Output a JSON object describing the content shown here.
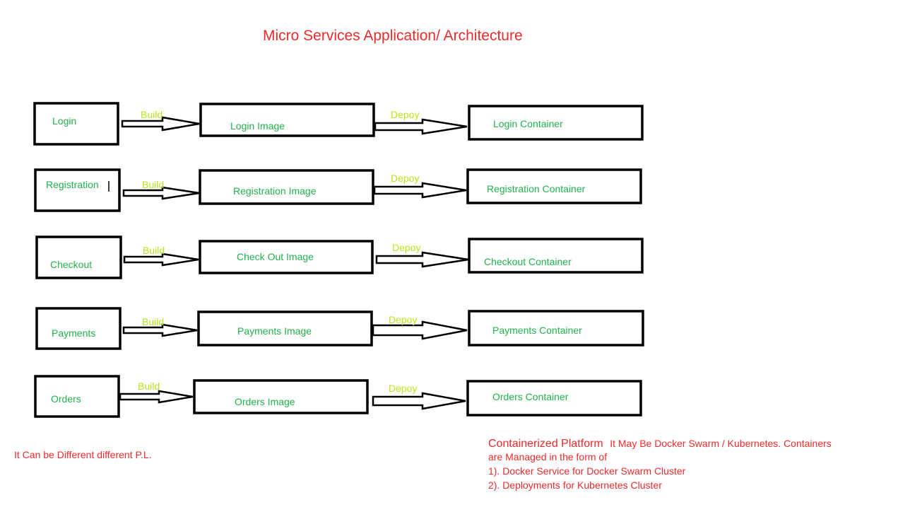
{
  "title": "Micro Services Application/ Architecture",
  "arrow_labels": {
    "build": "Build",
    "deploy": "Depoy"
  },
  "rows": [
    {
      "service": "Login",
      "image": "Login Image",
      "container": "Login Container"
    },
    {
      "service": "Registration",
      "image": "Registration Image",
      "container": "Registration Container"
    },
    {
      "service": "Checkout",
      "image": "Check Out Image",
      "container": "Checkout Container"
    },
    {
      "service": "Payments",
      "image": "Payments Image",
      "container": "Payments Container"
    },
    {
      "service": "Orders",
      "image": "Orders Image",
      "container": "Orders Container"
    }
  ],
  "left_note": "It Can be Different different P.L.",
  "platform_note": {
    "heading": "Containerized Platform",
    "line1": "It May Be Docker Swarm / Kubernetes. Containers",
    "line2": "are Managed in the form of",
    "line3": "1). Docker Service for Docker Swarm Cluster",
    "line4": "2). Deployments for Kubernetes Cluster"
  },
  "colors": {
    "title": "#ee2a2a",
    "box_text": "#22b14c",
    "arrow_label": "#b5e61d",
    "note": "#ee2a2a",
    "box_border": "#000000"
  }
}
